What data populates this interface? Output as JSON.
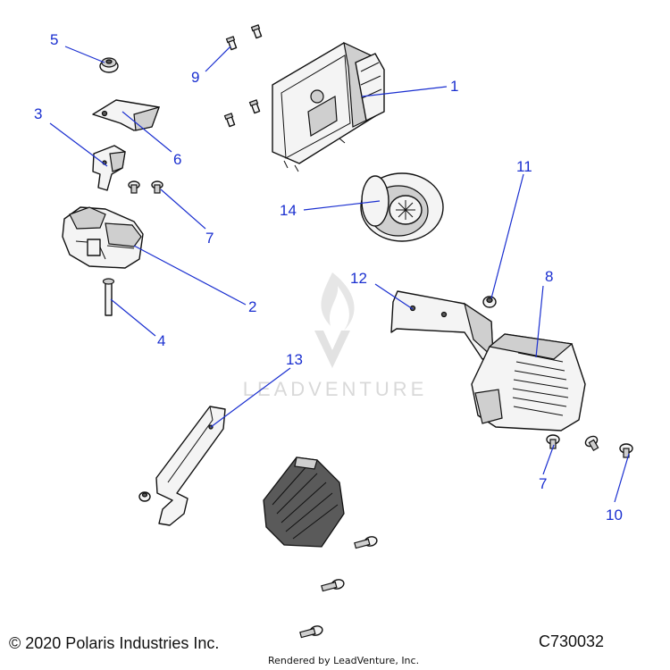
{
  "callouts": [
    {
      "id": "1",
      "label": "1"
    },
    {
      "id": "2",
      "label": "2"
    },
    {
      "id": "3",
      "label": "3"
    },
    {
      "id": "4",
      "label": "4"
    },
    {
      "id": "5",
      "label": "5"
    },
    {
      "id": "6",
      "label": "6"
    },
    {
      "id": "7a",
      "label": "7"
    },
    {
      "id": "7b",
      "label": "7"
    },
    {
      "id": "8",
      "label": "8"
    },
    {
      "id": "9",
      "label": "9"
    },
    {
      "id": "10",
      "label": "10"
    },
    {
      "id": "11",
      "label": "11"
    },
    {
      "id": "12",
      "label": "12"
    },
    {
      "id": "13",
      "label": "13"
    },
    {
      "id": "14",
      "label": "14"
    }
  ],
  "watermark": {
    "text": "LEADVENTURE"
  },
  "footer": {
    "copyright": "© 2020 Polaris Industries Inc.",
    "diagram_code": "C730032",
    "rendered_by": "Rendered by LeadVenture, Inc."
  },
  "colors": {
    "callout": "#1a2fd0",
    "line_art": "#111111",
    "watermark": "#d9d9d9"
  }
}
